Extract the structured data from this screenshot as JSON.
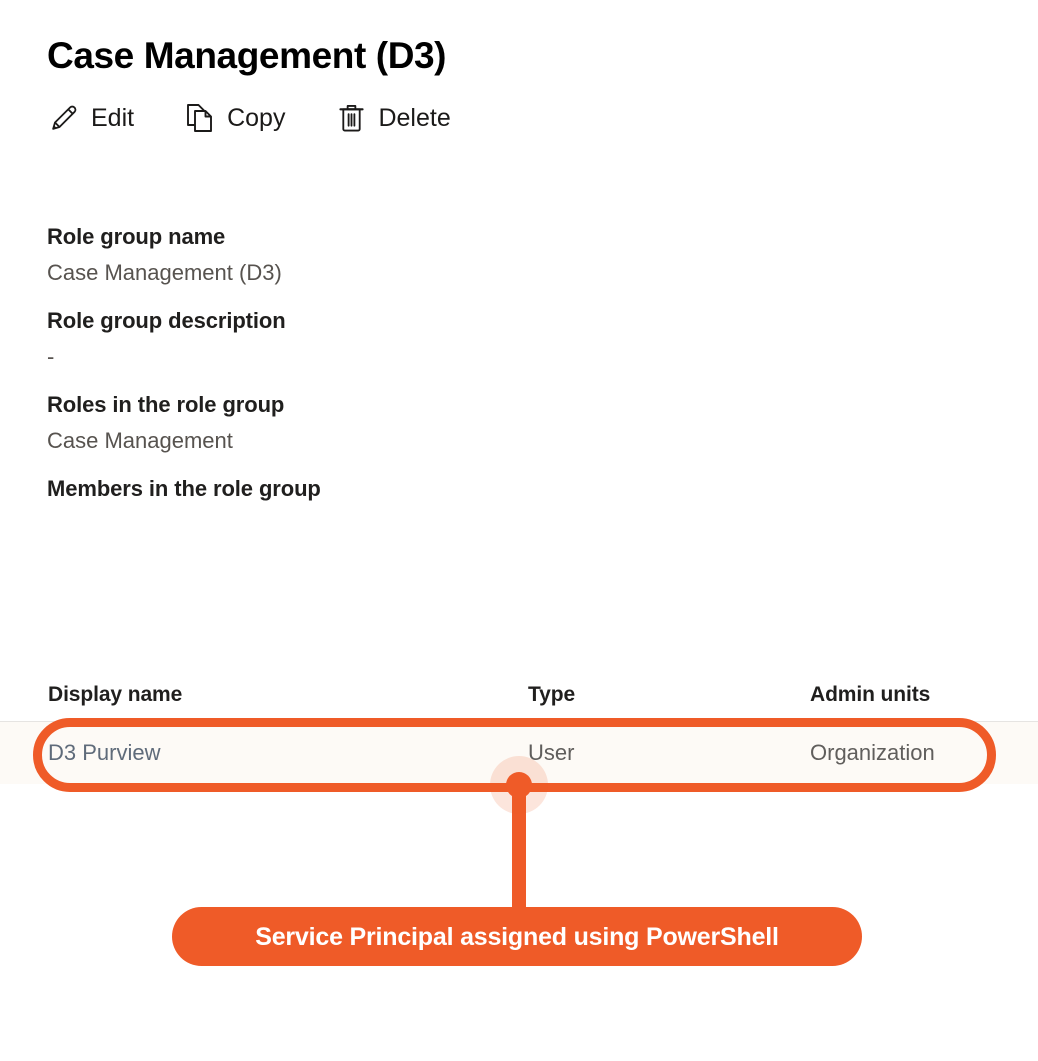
{
  "page": {
    "title": "Case Management (D3)"
  },
  "command_bar": {
    "items": [
      {
        "label": "Edit",
        "icon": "pencil-icon"
      },
      {
        "label": "Copy",
        "icon": "copy-icon"
      },
      {
        "label": "Delete",
        "icon": "trash-icon"
      }
    ]
  },
  "details": {
    "fields": [
      {
        "label": "Role group name",
        "value": "Case Management (D3)"
      },
      {
        "label": "Role group description",
        "value": "-"
      },
      {
        "label": "Roles in the role group",
        "value": "Case Management"
      },
      {
        "label": "Members in the role group",
        "value": ""
      }
    ]
  },
  "members_table": {
    "columns": [
      "Display name",
      "Type",
      "Admin units"
    ],
    "rows": [
      {
        "display_name": "D3 Purview",
        "type": "User",
        "admin_units": "Organization"
      }
    ]
  },
  "annotation": {
    "callout_text": "Service Principal assigned using PowerShell",
    "color": "#EF5B28",
    "highlight_target": "D3 Purview"
  }
}
